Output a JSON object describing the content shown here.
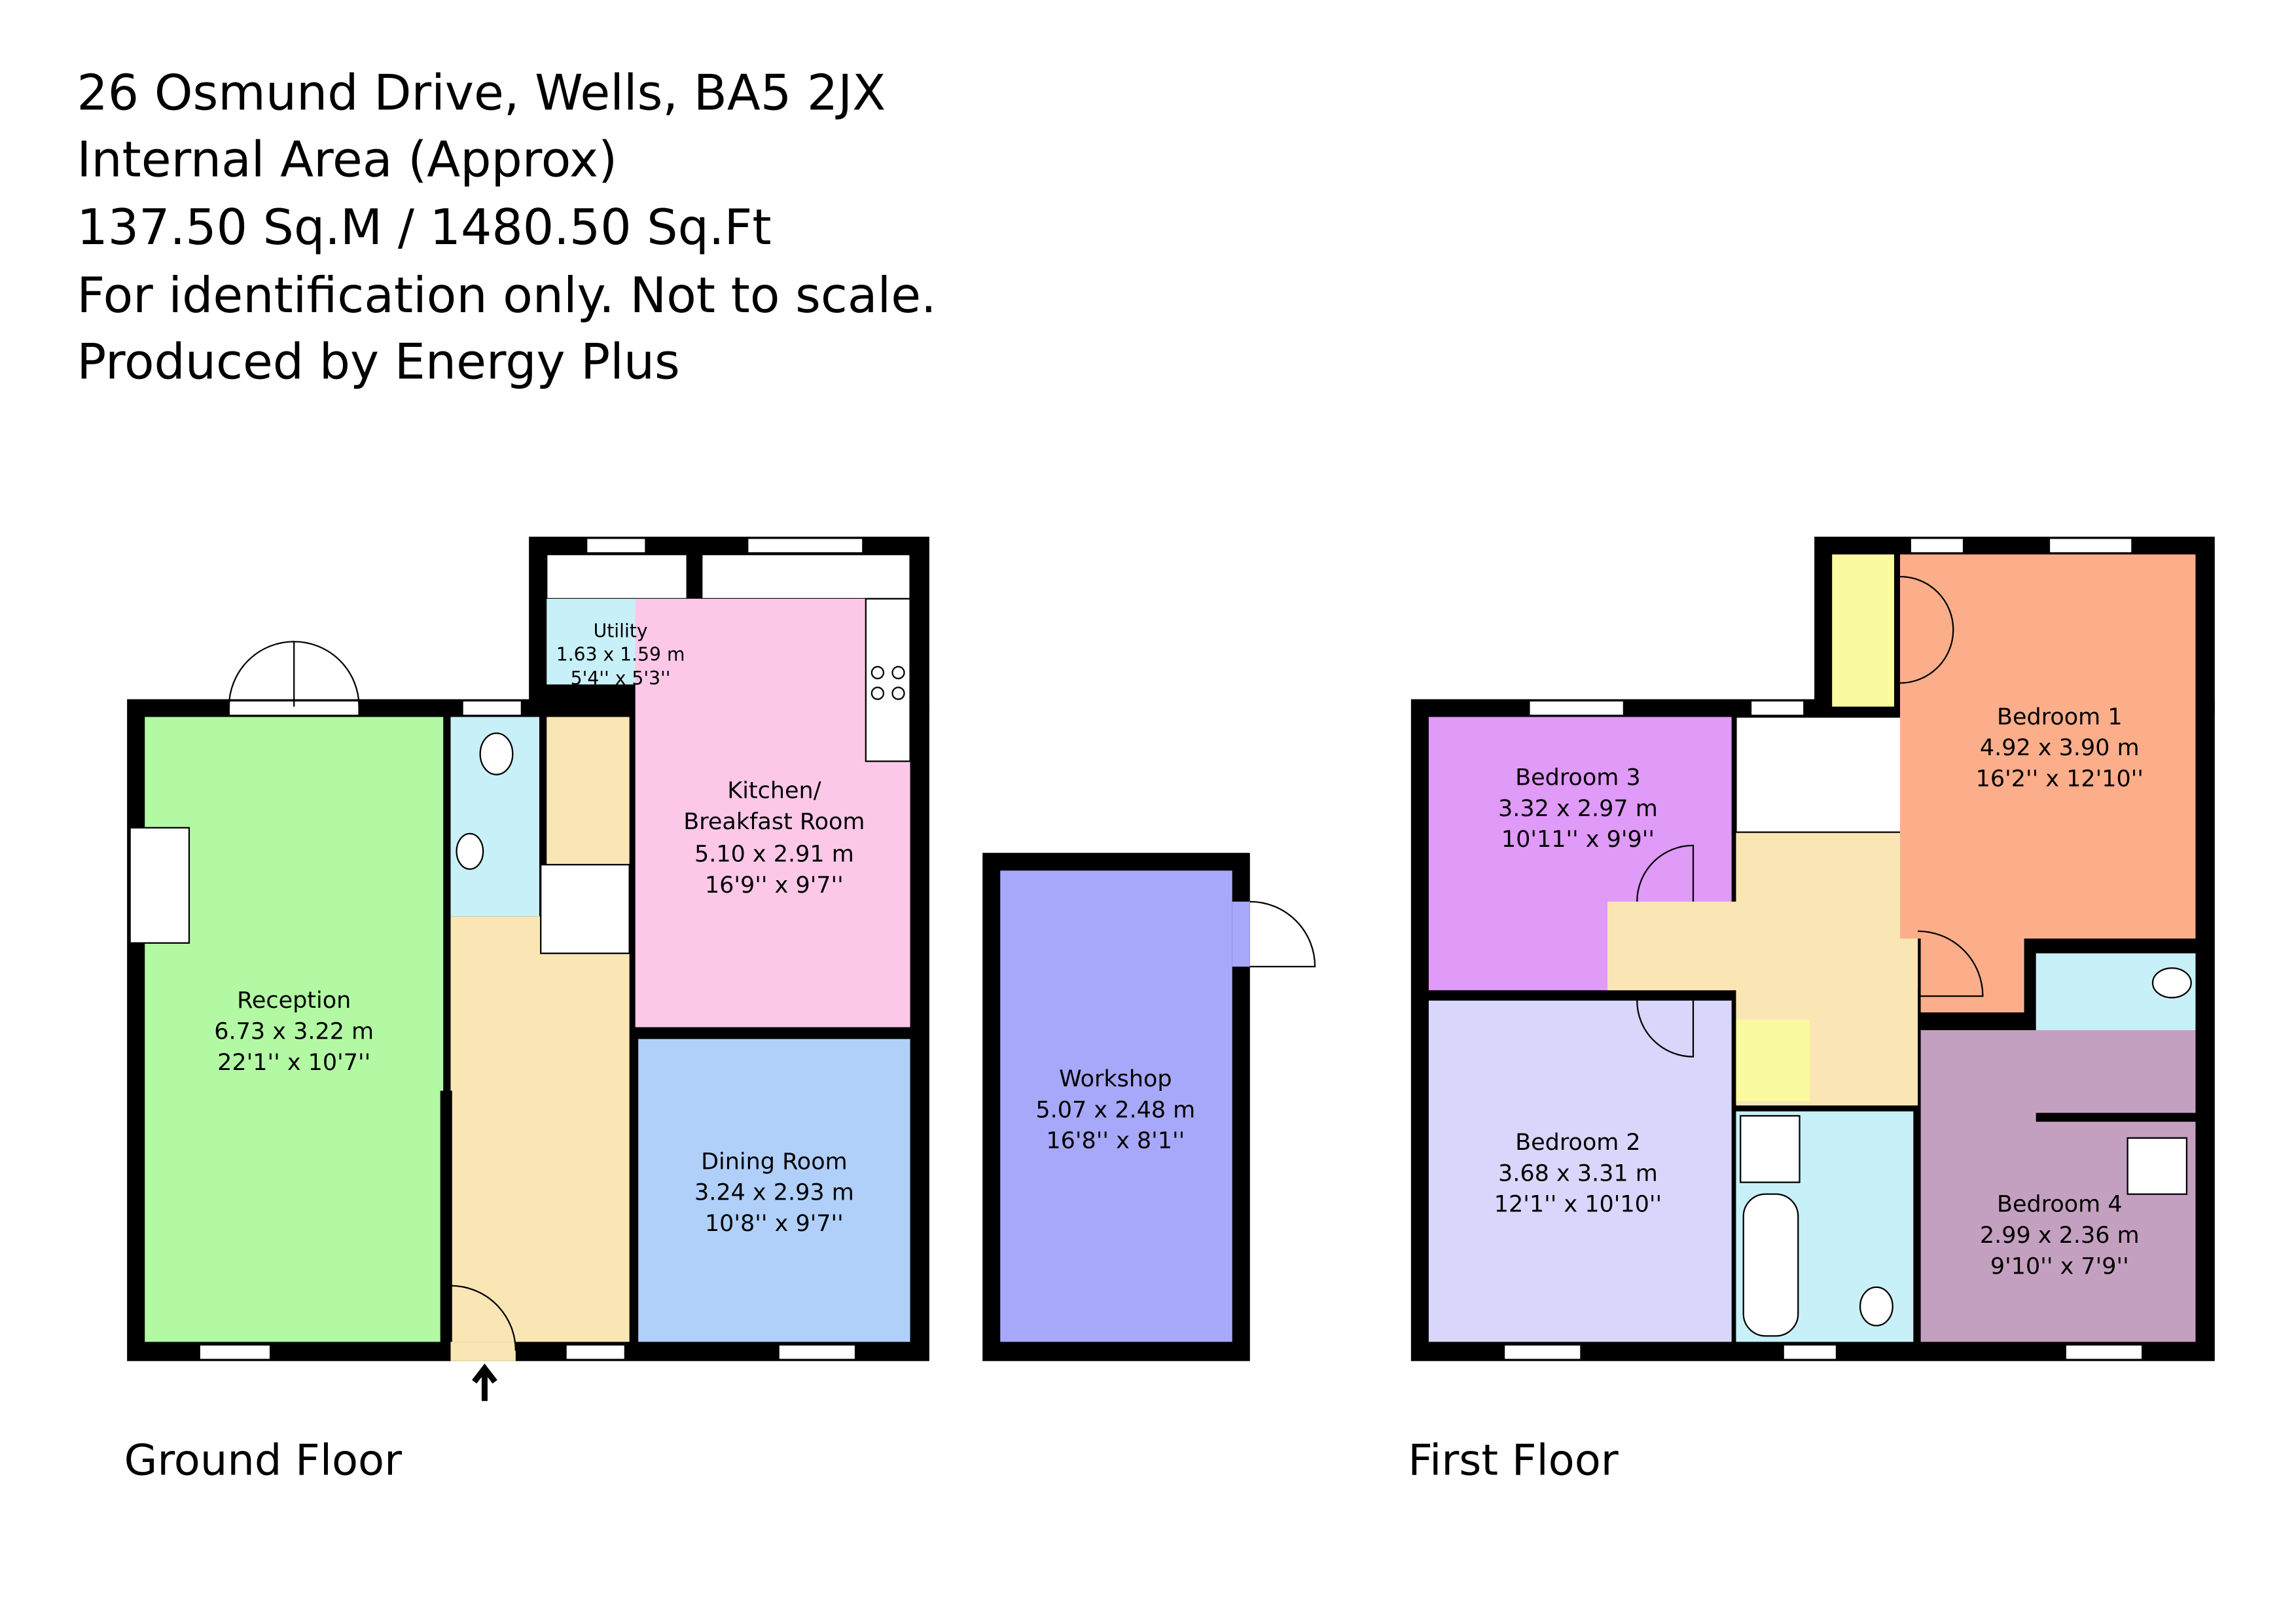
{
  "header": {
    "address": "26 Osmund Drive, Wells, BA5 2JX",
    "area_title": "Internal Area (Approx)",
    "area_value": "137.50 Sq.M / 1480.50 Sq.Ft",
    "disclaimer": "For identification only. Not to scale.",
    "producer": "Produced by Energy Plus"
  },
  "ground_floor": {
    "label": "Ground Floor",
    "rooms": {
      "reception": {
        "name": "Reception",
        "metric": "6.73 x 3.22 m",
        "imperial": "22'1'' x 10'7''",
        "color": "#b3f9a4"
      },
      "utility": {
        "name": "Utility",
        "metric": "1.63 x 1.59 m",
        "imperial": "5'4'' x 5'3''",
        "color": "#c8f0f8"
      },
      "kitchen": {
        "name_line1": "Kitchen/",
        "name_line2": "Breakfast Room",
        "metric": "5.10 x 2.91 m",
        "imperial": "16'9'' x 9'7''",
        "color": "#fdc8e8"
      },
      "dining": {
        "name": "Dining Room",
        "metric": "3.24 x 2.93 m",
        "imperial": "10'8'' x 9'7''",
        "color": "#b0d0fa"
      },
      "workshop": {
        "name": "Workshop",
        "metric": "5.07 x 2.48 m",
        "imperial": "16'8'' x 8'1''",
        "color": "#a8a8fa"
      }
    }
  },
  "first_floor": {
    "label": "First Floor",
    "rooms": {
      "bedroom1": {
        "name": "Bedroom 1",
        "metric": "4.92 x 3.90 m",
        "imperial": "16'2'' x 12'10''",
        "color": "#fcae8a"
      },
      "bedroom2": {
        "name": "Bedroom 2",
        "metric": "3.68 x 3.31 m",
        "imperial": "12'1'' x 10'10''",
        "color": "#d8d6fa"
      },
      "bedroom3": {
        "name": "Bedroom 3",
        "metric": "3.32 x 2.97 m",
        "imperial": "10'11'' x 9'9''",
        "color": "#e09af8"
      },
      "bedroom4": {
        "name": "Bedroom 4",
        "metric": "2.99 x 2.36 m",
        "imperial": "9'10'' x 7'9''",
        "color": "#c4a0c0"
      }
    }
  },
  "colors": {
    "hall": "#fae6b4",
    "wet_room": "#c8f0f8",
    "cupboard": "#fafaa0",
    "wall": "#000000"
  }
}
